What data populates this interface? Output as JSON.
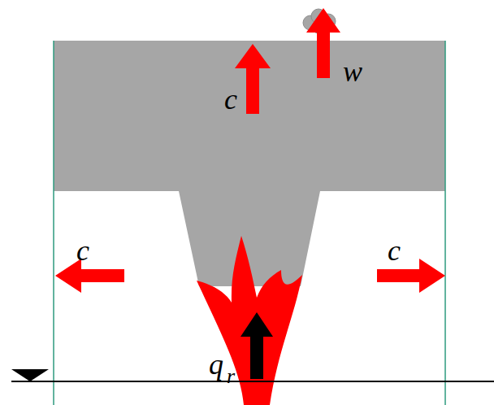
{
  "diagram": {
    "labels": [
      "w",
      "c",
      "c",
      "c",
      "q",
      "r"
    ]
  }
}
